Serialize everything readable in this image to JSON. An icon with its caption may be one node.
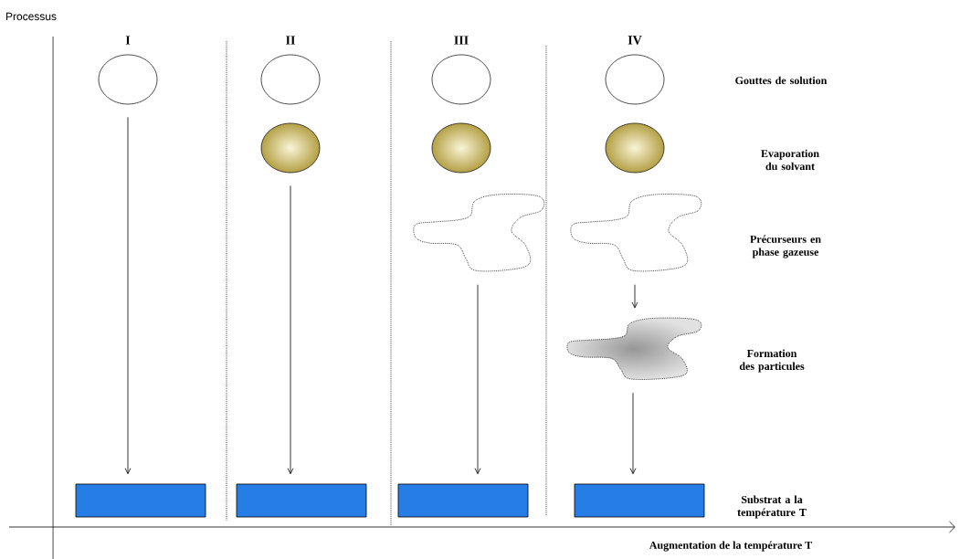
{
  "diagram": {
    "nodes": [
      {
        "text": [],
        "shape": "circle"
      },
      {
        "text": [],
        "shape": "circle"
      },
      {
        "text": [],
        "shape": "circle"
      },
      {
        "text": [],
        "shape": "circle"
      },
      {
        "text": [],
        "shape": "circle"
      },
      {
        "text": [],
        "shape": "circle"
      },
      {
        "text": [],
        "shape": "circle"
      },
      {
        "text": [],
        "shape": "cloud"
      },
      {
        "text": [],
        "shape": "cloud"
      },
      {
        "text": [],
        "shape": "cloud"
      },
      {
        "text": [],
        "shape": "box"
      },
      {
        "text": [],
        "shape": "box"
      },
      {
        "text": [],
        "shape": "box"
      },
      {
        "text": [],
        "shape": "box"
      }
    ],
    "edges": [
      {
        "from": 0,
        "to": 10,
        "arrow": "to"
      },
      {
        "from": 4,
        "to": 11,
        "arrow": "to"
      },
      {
        "from": 7,
        "to": 12,
        "arrow": "to"
      },
      {
        "from": 8,
        "to": 9,
        "arrow": "to"
      },
      {
        "from": 9,
        "to": 13,
        "arrow": "to"
      }
    ],
    "labels": [
      "Processus",
      "I",
      "II",
      "III",
      "IV",
      "Gouttes de solution",
      "Evaporation du solvant",
      "Précurseurs en phase gazeuse",
      "Formation des particules",
      "Substrat a la température T",
      "Augmentation de la température T"
    ]
  }
}
